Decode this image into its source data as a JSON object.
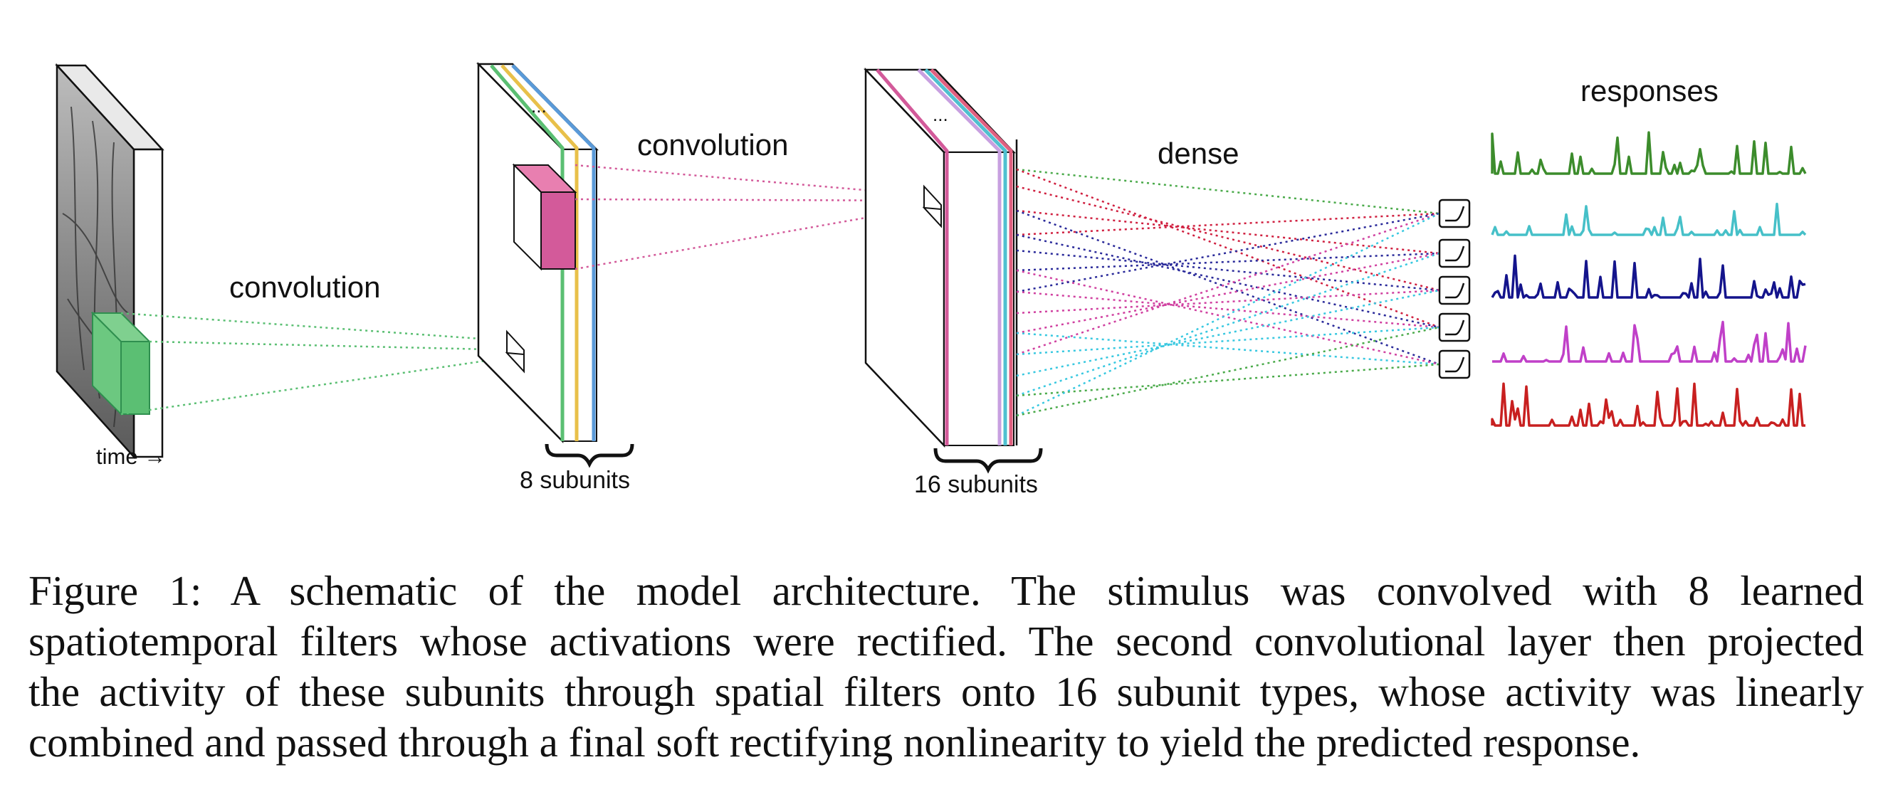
{
  "labels": {
    "conv1": "convolution",
    "conv2": "convolution",
    "dense": "dense",
    "responses": "responses",
    "time": "time →",
    "layer1_subunits": "8 subunits",
    "layer2_subunits": "16 subunits",
    "ellipsis1": "...",
    "ellipsis2": "..."
  },
  "caption": {
    "lines": [
      "Figure 1:  A schematic of the model architecture.  The stimulus was convolved with 8 learned",
      "spatiotemporal filters whose activations were rectified. The second convolutional layer then projected",
      "the activity of these subunits through spatial filters onto 16 subunit types, whose activity was linearly",
      "combined and passed through a final soft rectifying nonlinearity to yield the predicted response."
    ]
  },
  "colors": {
    "stimulus_filter": "#5bbf73",
    "layer2_filter": "#d35a9a",
    "response_traces": [
      "#3c8c2c",
      "#46c0c8",
      "#14148c",
      "#c040c8",
      "#c82020"
    ],
    "layer1_stripes": [
      "#5bbf73",
      "#e8c04a",
      "#5a9ad8"
    ],
    "layer2_stripes": [
      "#d35a9a",
      "#c8a0e0",
      "#4fc0d0",
      "#e06080"
    ],
    "dense_links": [
      "#4aaa4a",
      "#2a2a9a",
      "#38c8e0",
      "#d02040",
      "#d040a0"
    ]
  },
  "icons": [
    "stimulus-block",
    "layer1-block",
    "layer2-block",
    "nonlinearity-icon"
  ]
}
